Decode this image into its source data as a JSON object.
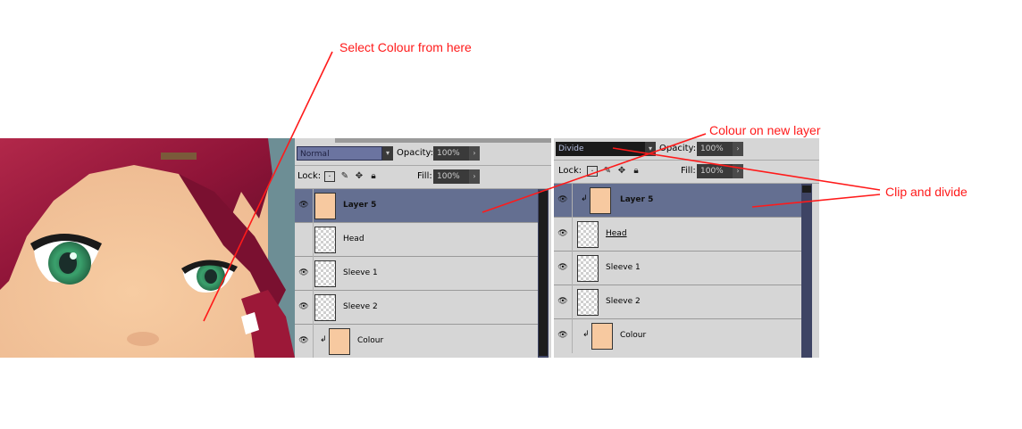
{
  "colors": {
    "accent": "#ff0000",
    "selected_layer": "#646f91",
    "panel_bg": "#d6d6d6",
    "skin": "#f7c9a0",
    "hair": "#a01a3e",
    "eye": "#3a9a66"
  },
  "annotations": {
    "select_colour": "Select Colour from here",
    "colour_new_layer": "Colour on new layer",
    "clip_divide": "Clip and divide"
  },
  "panel_a": {
    "blend_mode": "Normal",
    "opacity_label": "Opacity:",
    "opacity_value": "100%",
    "lock_label": "Lock:",
    "fill_label": "Fill:",
    "fill_value": "100%",
    "layers": [
      {
        "name": "Layer 5",
        "thumb": "skin",
        "visible": true,
        "selected": true
      },
      {
        "name": "Head",
        "thumb": "check",
        "visible": false,
        "selected": false
      },
      {
        "name": "Sleeve 1",
        "thumb": "check",
        "visible": true,
        "selected": false
      },
      {
        "name": "Sleeve 2",
        "thumb": "check",
        "visible": true,
        "selected": false
      },
      {
        "name": "Colour",
        "thumb": "skin",
        "visible": true,
        "selected": false,
        "clipped": true
      }
    ]
  },
  "panel_b": {
    "blend_mode": "Divide",
    "opacity_label": "Opacity:",
    "opacity_value": "100%",
    "lock_label": "Lock:",
    "fill_label": "Fill:",
    "fill_value": "100%",
    "layers": [
      {
        "name": "Layer 5",
        "thumb": "skin",
        "visible": true,
        "selected": true,
        "clipped": true
      },
      {
        "name": "Head",
        "thumb": "check",
        "visible": true,
        "selected": false,
        "underlined": true
      },
      {
        "name": "Sleeve 1",
        "thumb": "check",
        "visible": true,
        "selected": false
      },
      {
        "name": "Sleeve 2",
        "thumb": "check",
        "visible": true,
        "selected": false
      },
      {
        "name": "Colour",
        "thumb": "skin",
        "visible": true,
        "selected": false,
        "clipped": true
      }
    ]
  },
  "icons": {
    "eye": "eye-icon",
    "clip": "clipping-arrow-icon",
    "lock_transparent": "lock-transparent-icon",
    "lock_paint": "brush-icon",
    "lock_move": "move-icon",
    "lock_all": "lock-icon"
  }
}
